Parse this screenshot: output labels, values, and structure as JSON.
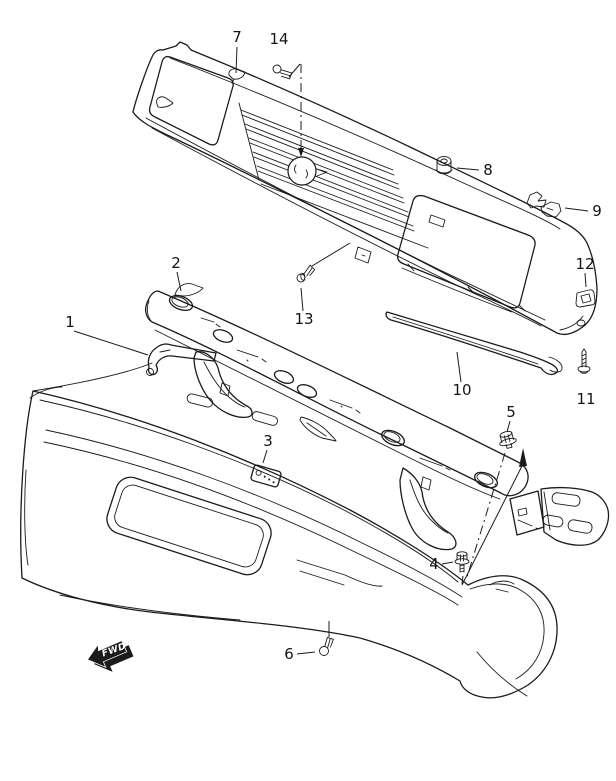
{
  "diagram": {
    "background_color": "#ffffff",
    "line_color": "#1b1b1b",
    "direction_badge": {
      "text": "FWD"
    },
    "callouts": [
      {
        "number": "1"
      },
      {
        "number": "2"
      },
      {
        "number": "3"
      },
      {
        "number": "4"
      },
      {
        "number": "5"
      },
      {
        "number": "6"
      },
      {
        "number": "7"
      },
      {
        "number": "8"
      },
      {
        "number": "9"
      },
      {
        "number": "10"
      },
      {
        "number": "11"
      },
      {
        "number": "12"
      },
      {
        "number": "13"
      },
      {
        "number": "14"
      }
    ]
  }
}
